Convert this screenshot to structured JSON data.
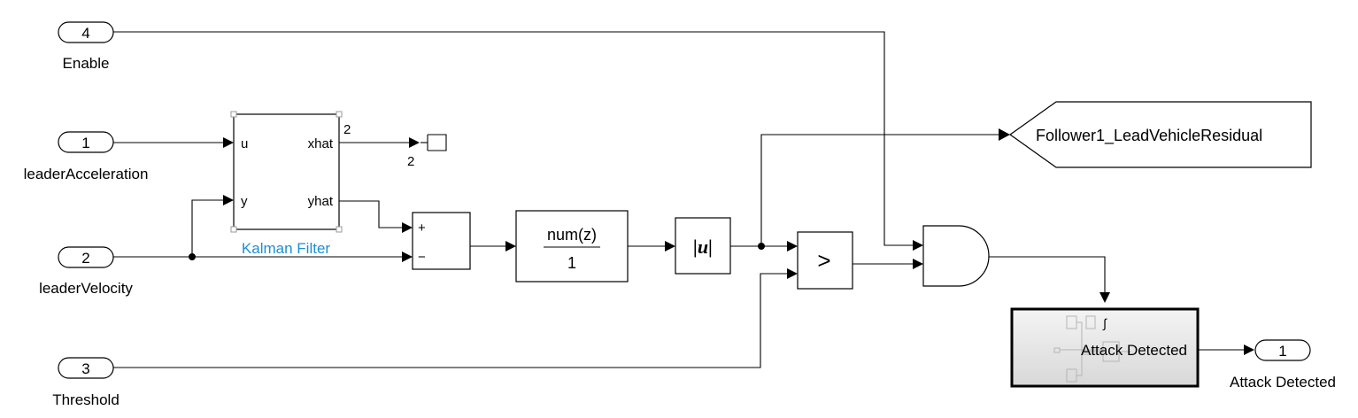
{
  "inports": [
    {
      "number": "4",
      "name": "Enable"
    },
    {
      "number": "1",
      "name": "leaderAcceleration"
    },
    {
      "number": "2",
      "name": "leaderVelocity"
    },
    {
      "number": "3",
      "name": "Threshold"
    }
  ],
  "kalman": {
    "name": "Kalman Filter",
    "in_u": "u",
    "in_y": "y",
    "out_xhat": "xhat",
    "out_yhat": "yhat",
    "xhat_width": "2"
  },
  "terminator": {
    "width_label": "2"
  },
  "sum": {
    "plus": "+",
    "minus": "−"
  },
  "discrete_filter": {
    "numerator": "num(z)",
    "denominator": "1"
  },
  "abs_block": {
    "label": "|u|"
  },
  "compare": {
    "label": ">"
  },
  "goto": {
    "tag": "Follower1_LeadVehicleResidual"
  },
  "subsystem": {
    "name": "Attack Detected",
    "trigger_symbol": "∫"
  },
  "outport": {
    "number": "1",
    "name": "Attack Detected"
  }
}
